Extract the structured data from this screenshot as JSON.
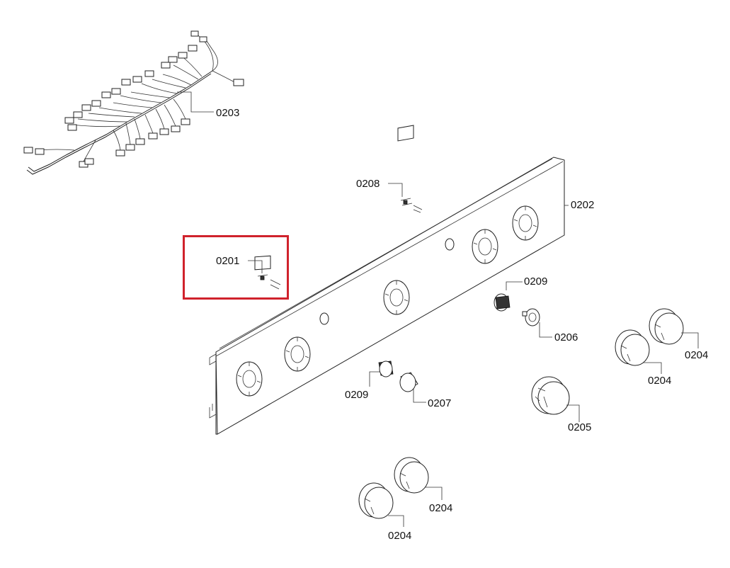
{
  "highlight_color": "#d0222c",
  "callouts": {
    "harness": "0203",
    "panel": "0202",
    "switch_top": "0208",
    "switch_highlighted": "0201",
    "knob_holder_right": "0209",
    "knob_holder_left": "0209",
    "cap_right": "0206",
    "cap_left": "0207",
    "knob_center": "0205",
    "knob_right_top": "0204",
    "knob_right_bottom": "0204",
    "knob_bottom_right": "0204",
    "knob_bottom_left": "0204"
  }
}
